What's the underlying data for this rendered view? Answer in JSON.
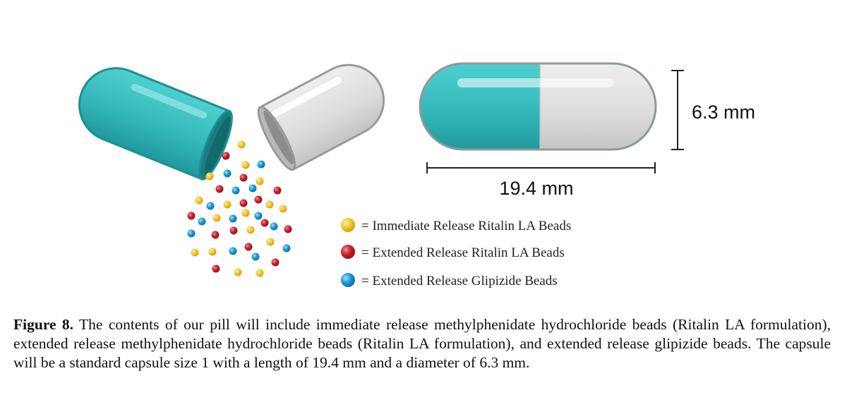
{
  "dimensions": {
    "diameter_label": "6.3 mm",
    "length_label": "19.4 mm"
  },
  "legend": [
    {
      "color": "#f2c12e",
      "label": "= Immediate Release Ritalin LA Beads"
    },
    {
      "color": "#c8232e",
      "label": "= Extended Release Ritalin LA Beads"
    },
    {
      "color": "#1b9bd8",
      "label": "= Extended Release Glipizide Beads"
    }
  ],
  "caption": {
    "figure_label": "Figure 8.",
    "text": " The contents of our pill will include immediate release methylphenidate hydrochloride beads (Ritalin LA formulation), extended release methylphenidate hydrochloride beads (Ritalin LA formulation), and extended release glipizide beads. The capsule will be a standard capsule size 1 with a length of 19.4 mm and a diameter of 6.3 mm."
  },
  "colors": {
    "teal": "#3fc0c2",
    "teal_dark": "#1b8f92",
    "grey": "#dddddd",
    "grey_dark": "#9a9a9a"
  }
}
